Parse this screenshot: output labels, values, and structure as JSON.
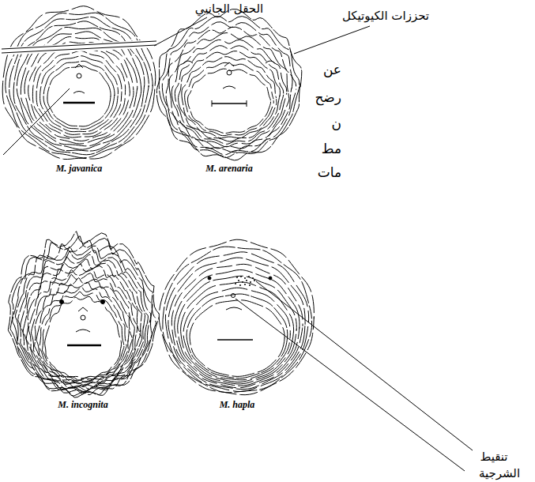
{
  "diagram": {
    "labels": [
      "الحقل الجانبي",
      "تحززات الكيوتيكل",
      "عن",
      "رضح",
      "ن",
      "مط",
      "مات",
      "M. javanica",
      "M. arenaria",
      "M. incognita",
      "M. hapla",
      "تنقيط",
      "الشرجية"
    ]
  }
}
